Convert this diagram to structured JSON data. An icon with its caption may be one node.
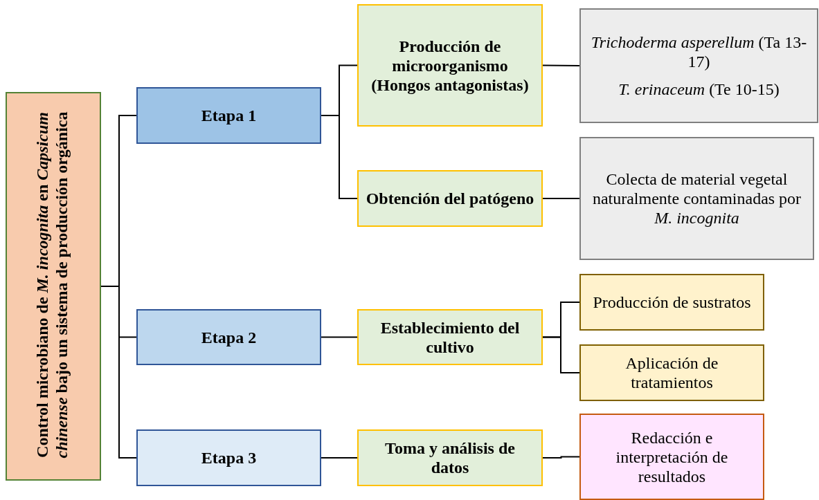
{
  "diagram": {
    "nodes": [
      {
        "text": [
          "Control microbiano de *M. incognita* en *Capsicum chinense* bajo un sistema de producción orgánica"
        ]
      },
      {
        "text": [
          "Etapa 1"
        ]
      },
      {
        "text": [
          "Producción de microorganismo (Hongos antagonistas)"
        ]
      },
      {
        "text": [
          "*Trichoderma asperellum* (Ta 13-17)",
          "*T. erinaceum* (Te 10-15)"
        ]
      },
      {
        "text": [
          "Obtención del patógeno"
        ]
      },
      {
        "text": [
          "Colecta de material vegetal naturalmente contaminadas por *M. incognita*"
        ]
      },
      {
        "text": [
          "Etapa 2"
        ]
      },
      {
        "text": [
          "Establecimiento del cultivo"
        ]
      },
      {
        "text": [
          "Producción de sustratos"
        ]
      },
      {
        "text": [
          "Aplicación de tratamientos"
        ]
      },
      {
        "text": [
          "Etapa 3"
        ]
      },
      {
        "text": [
          "Toma y análisis de datos"
        ]
      },
      {
        "text": [
          "Redacción e interpretación de resultados"
        ]
      }
    ],
    "edges": [
      {
        "from": 0,
        "to": 1,
        "arrow": "none"
      },
      {
        "from": 0,
        "to": 6,
        "arrow": "none"
      },
      {
        "from": 0,
        "to": 10,
        "arrow": "none"
      },
      {
        "from": 1,
        "to": 2,
        "arrow": "none"
      },
      {
        "from": 1,
        "to": 4,
        "arrow": "none"
      },
      {
        "from": 2,
        "to": 3,
        "arrow": "none"
      },
      {
        "from": 4,
        "to": 5,
        "arrow": "none"
      },
      {
        "from": 6,
        "to": 7,
        "arrow": "none"
      },
      {
        "from": 7,
        "to": 8,
        "arrow": "none"
      },
      {
        "from": 7,
        "to": 9,
        "arrow": "none"
      },
      {
        "from": 10,
        "to": 11,
        "arrow": "none"
      },
      {
        "from": 11,
        "to": 12,
        "arrow": "none"
      }
    ]
  }
}
